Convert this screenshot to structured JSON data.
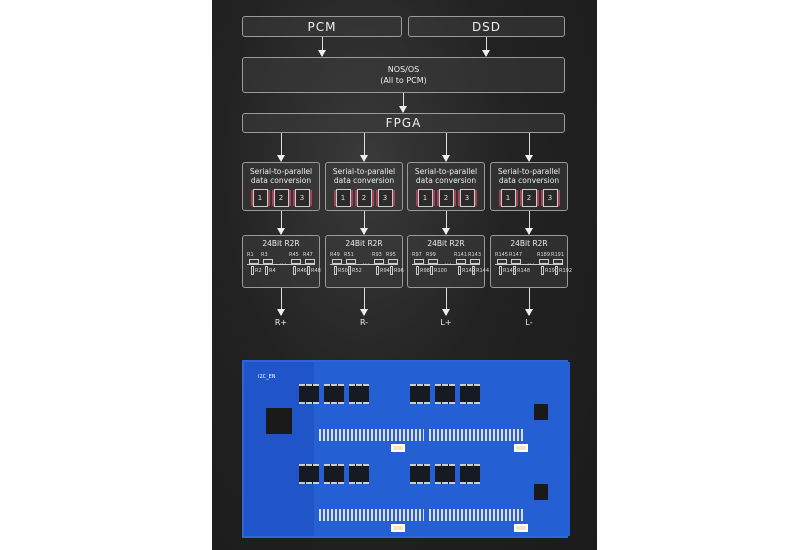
{
  "inputs": {
    "pcm": "PCM",
    "dsd": "DSD"
  },
  "nos": {
    "line1": "NOS/OS",
    "line2": "(All to PCM)"
  },
  "fpga": "FPGA",
  "channels": [
    {
      "serial_line1": "Serial-to-parallel",
      "serial_line2": "data conversion",
      "chips": [
        "1",
        "2",
        "3"
      ],
      "r2r_title": "24Bit R2R",
      "top_resistors": [
        "R1",
        "R3",
        "R45",
        "R47"
      ],
      "bottom_resistors": [
        "R2",
        "R4",
        "R46",
        "R48"
      ],
      "output": "R+"
    },
    {
      "serial_line1": "Serial-to-parallel",
      "serial_line2": "data conversion",
      "chips": [
        "1",
        "2",
        "3"
      ],
      "r2r_title": "24Bit R2R",
      "top_resistors": [
        "R49",
        "R51",
        "R93",
        "R95"
      ],
      "bottom_resistors": [
        "R50",
        "R52",
        "R94",
        "R96"
      ],
      "output": "R-"
    },
    {
      "serial_line1": "Serial-to-parallel",
      "serial_line2": "data conversion",
      "chips": [
        "1",
        "2",
        "3"
      ],
      "r2r_title": "24Bit R2R",
      "top_resistors": [
        "R97",
        "R99",
        "R141",
        "R143"
      ],
      "bottom_resistors": [
        "R98",
        "R100",
        "R142",
        "R144"
      ],
      "output": "L+"
    },
    {
      "serial_line1": "Serial-to-parallel",
      "serial_line2": "data conversion",
      "chips": [
        "1",
        "2",
        "3"
      ],
      "r2r_title": "24Bit R2R",
      "top_resistors": [
        "R145",
        "R147",
        "R189",
        "R191"
      ],
      "bottom_resistors": [
        "R146",
        "R148",
        "R190",
        "R192"
      ],
      "output": "L-"
    }
  ],
  "pcb": {
    "silk_label": "I2C_EN"
  },
  "colors": {
    "pcb": "#1f55c8",
    "chip_accent": "#a2435a"
  }
}
